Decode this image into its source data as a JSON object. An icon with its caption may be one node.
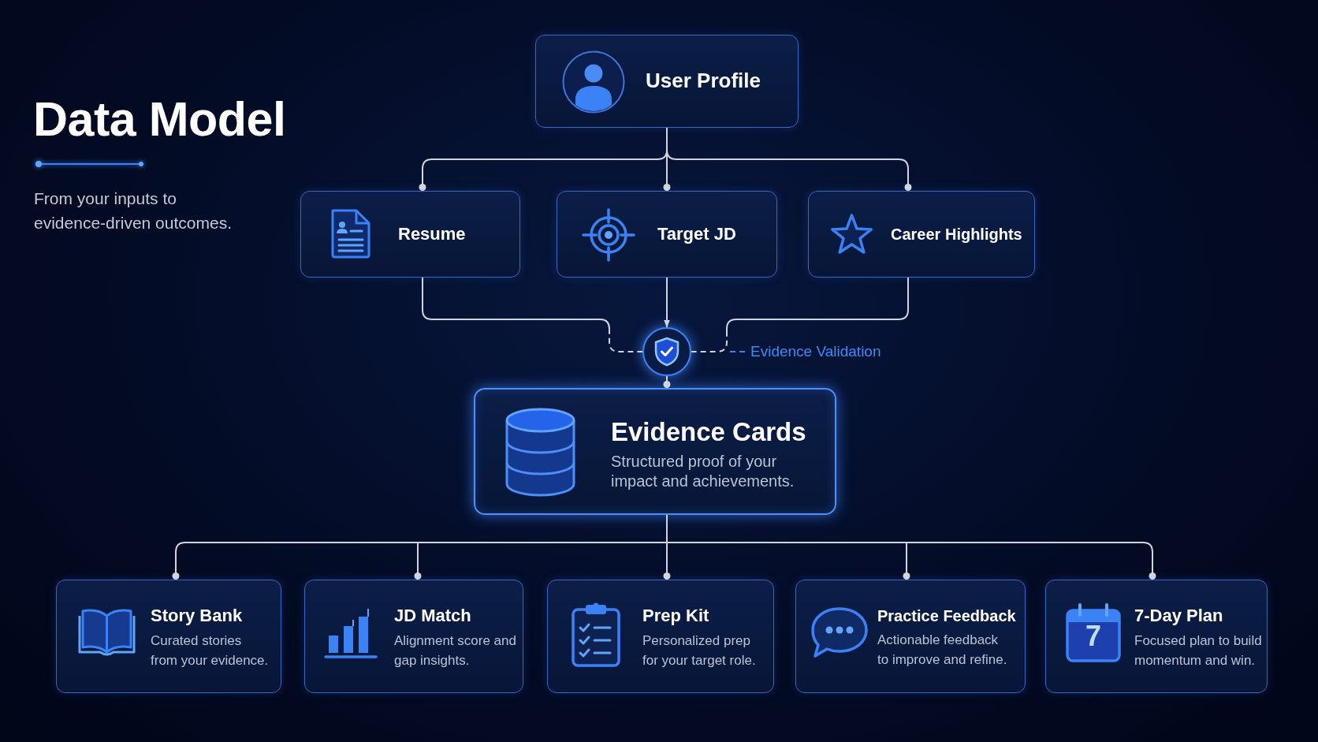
{
  "diagram": {
    "title": "Data Model",
    "nodes": [
      {
        "text": [
          "User Profile"
        ]
      },
      {
        "text": [
          "Resume"
        ]
      },
      {
        "text": [
          "Target JD"
        ]
      },
      {
        "text": [
          "Career Highlights"
        ]
      },
      {
        "text": [],
        "shape": "circle"
      },
      {
        "text": [
          "Evidence Cards",
          "Structured proof of your impact and achievements."
        ]
      },
      {
        "text": [
          "Story Bank",
          "Curated stories from your evidence."
        ]
      },
      {
        "text": [
          "JD Match",
          "Alignment score and gap insights."
        ]
      },
      {
        "text": [
          "Prep Kit",
          "Personalized prep for your target role."
        ]
      },
      {
        "text": [
          "Practice Feedback",
          "Actionable feedback to improve and refine."
        ]
      },
      {
        "text": [
          "7-Day Plan",
          "Focused plan to build momentum and win."
        ]
      }
    ],
    "edges": [
      {
        "from": 0,
        "to": 1,
        "arrow": "other"
      },
      {
        "from": 0,
        "to": 2,
        "arrow": "other"
      },
      {
        "from": 0,
        "to": 3,
        "arrow": "other"
      },
      {
        "from": 1,
        "to": 4,
        "arrow": "none",
        "style": "dashed"
      },
      {
        "from": 2,
        "to": 4,
        "arrow": "to"
      },
      {
        "from": 3,
        "to": 4,
        "arrow": "none",
        "style": "dashed"
      },
      {
        "from": 4,
        "to": 5,
        "arrow": "other"
      },
      {
        "from": 5,
        "to": 6,
        "arrow": "other"
      },
      {
        "from": 5,
        "to": 7,
        "arrow": "other"
      },
      {
        "from": 5,
        "to": 8,
        "arrow": "other"
      },
      {
        "from": 5,
        "to": 9,
        "arrow": "other"
      },
      {
        "from": 5,
        "to": 10,
        "arrow": "other"
      }
    ],
    "labels": [
      "From your inputs to evidence-driven outcomes.",
      "Evidence Validation",
      "7"
    ]
  }
}
